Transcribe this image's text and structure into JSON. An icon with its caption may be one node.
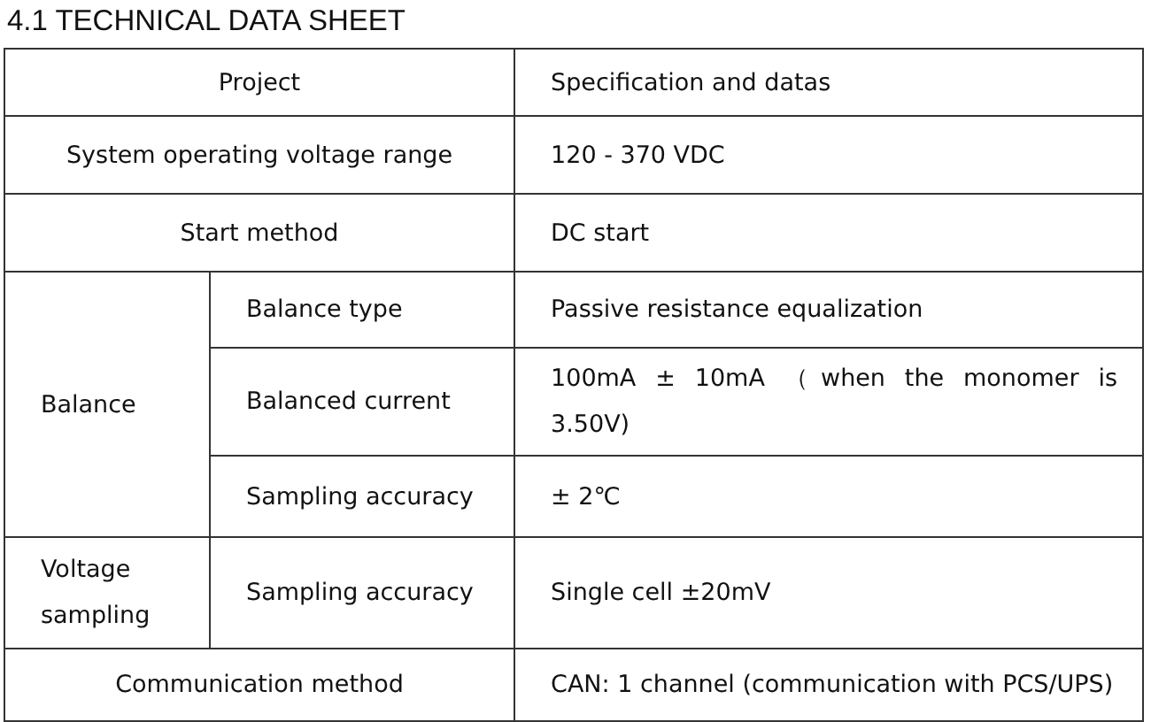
{
  "diagram": {
    "title": "4.1 TECHNICAL DATA SHEET",
    "labels": [
      "Project",
      "Specification and datas",
      "System operating voltage range",
      "120 - 370 VDC",
      "Start method",
      "DC start",
      "Balance",
      "Balance type",
      "Passive resistance equalization",
      "Balanced current",
      "100mA ± 10mA （when the monomer is 3.50V)",
      "Sampling accuracy",
      "± 2℃",
      "Voltage sampling",
      "Sampling accuracy",
      "Single cell ±20mV",
      "Communication method",
      "CAN: 1 channel (communication with PCS/UPS)"
    ]
  }
}
